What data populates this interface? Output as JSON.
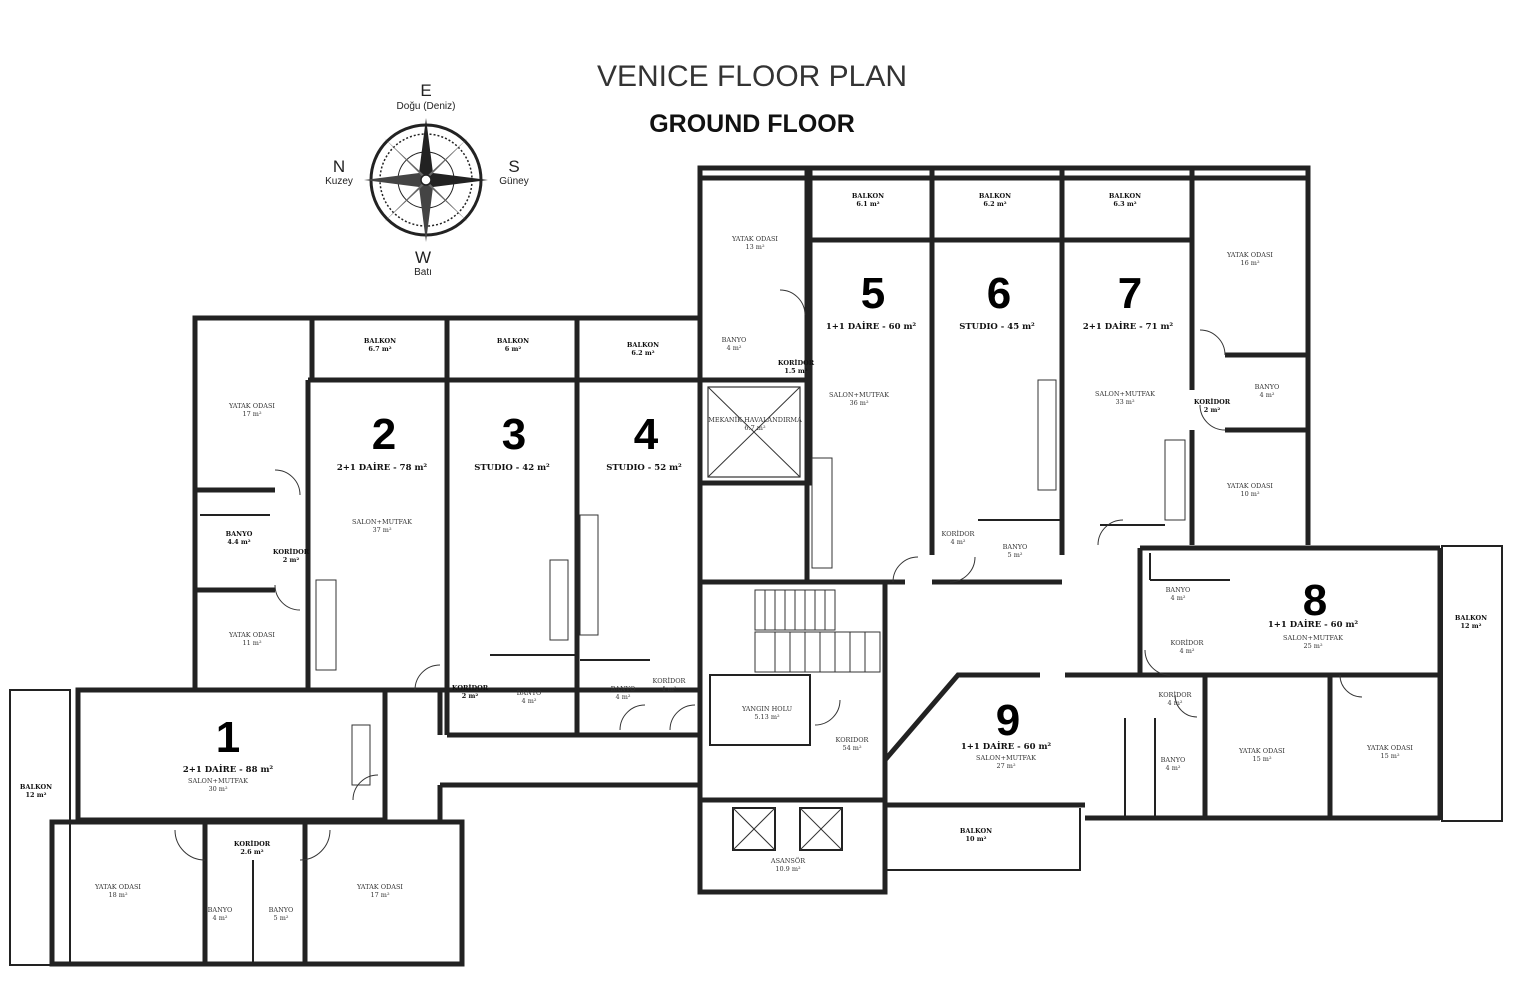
{
  "title": "VENICE FLOOR PLAN",
  "subtitle": "GROUND FLOOR",
  "compass": {
    "east": "E",
    "east_label": "Doğu (Deniz)",
    "north": "N",
    "north_label": "Kuzey",
    "south": "S",
    "south_label": "Güney",
    "west": "W",
    "west_label": "Batı"
  },
  "units": [
    {
      "number": "1",
      "type": "2+1 DAİRE - 88 m²"
    },
    {
      "number": "2",
      "type": "2+1 DAİRE - 78 m²"
    },
    {
      "number": "3",
      "type": "STUDIO - 42 m²"
    },
    {
      "number": "4",
      "type": "STUDIO - 52 m²"
    },
    {
      "number": "5",
      "type": "1+1 DAİRE - 60 m²"
    },
    {
      "number": "6",
      "type": "STUDIO - 45 m²"
    },
    {
      "number": "7",
      "type": "2+1 DAİRE - 71 m²"
    },
    {
      "number": "8",
      "type": "1+1 DAİRE - 60 m²"
    },
    {
      "number": "9",
      "type": "1+1 DAİRE - 60 m²"
    }
  ],
  "rooms": [
    {
      "name": "BALKON",
      "area": "6.7 m²",
      "bold": true
    },
    {
      "name": "BALKON",
      "area": "6 m²",
      "bold": true
    },
    {
      "name": "BALKON",
      "area": "6.2 m²",
      "bold": true
    },
    {
      "name": "BALKON",
      "area": "6.1 m²",
      "bold": true
    },
    {
      "name": "BALKON",
      "area": "6.2 m²",
      "bold": true
    },
    {
      "name": "BALKON",
      "area": "6.3 m²",
      "bold": true
    },
    {
      "name": "BALKON",
      "area": "12 m²",
      "bold": true
    },
    {
      "name": "BALKON",
      "area": "12 m²",
      "bold": true
    },
    {
      "name": "BALKON",
      "area": "10 m²",
      "bold": true
    },
    {
      "name": "YATAK ODASI",
      "area": "17 m²",
      "bold": false
    },
    {
      "name": "YATAK ODASI",
      "area": "11 m²",
      "bold": false
    },
    {
      "name": "YATAK ODASI",
      "area": "13 m²",
      "bold": false
    },
    {
      "name": "YATAK ODASI",
      "area": "16 m²",
      "bold": false
    },
    {
      "name": "YATAK ODASI",
      "area": "10 m²",
      "bold": false
    },
    {
      "name": "YATAK ODASI",
      "area": "18 m²",
      "bold": false
    },
    {
      "name": "YATAK ODASI",
      "area": "17 m²",
      "bold": false
    },
    {
      "name": "YATAK ODASI",
      "area": "15 m²",
      "bold": false
    },
    {
      "name": "YATAK ODASI",
      "area": "15 m²",
      "bold": false
    },
    {
      "name": "SALON+MUTFAK",
      "area": "37 m²",
      "bold": false
    },
    {
      "name": "SALON+MUTFAK",
      "area": "36 m²",
      "bold": false
    },
    {
      "name": "SALON+MUTFAK",
      "area": "33 m²",
      "bold": false
    },
    {
      "name": "SALON+MUTFAK",
      "area": "30 m²",
      "bold": false
    },
    {
      "name": "SALON+MUTFAK",
      "area": "25 m²",
      "bold": false
    },
    {
      "name": "SALON+MUTFAK",
      "area": "27 m²",
      "bold": false
    },
    {
      "name": "BANYO",
      "area": "4.4 m²",
      "bold": true
    },
    {
      "name": "BANYO",
      "area": "4 m²",
      "bold": false
    },
    {
      "name": "BANYO",
      "area": "4 m²",
      "bold": false
    },
    {
      "name": "BANYO",
      "area": "4 m²",
      "bold": false
    },
    {
      "name": "BANYO",
      "area": "5 m²",
      "bold": false
    },
    {
      "name": "BANYO",
      "area": "4 m²",
      "bold": false
    },
    {
      "name": "BANYO",
      "area": "4 m²",
      "bold": false
    },
    {
      "name": "BANYO",
      "area": "4 m²",
      "bold": false
    },
    {
      "name": "BANYO",
      "area": "5 m²",
      "bold": false
    },
    {
      "name": "BANYO",
      "area": "4 m²",
      "bold": false
    },
    {
      "name": "KORİDOR",
      "area": "2 m²",
      "bold": true
    },
    {
      "name": "KORİDOR",
      "area": "2 m²",
      "bold": true
    },
    {
      "name": "KORİDOR",
      "area": "4 m²",
      "bold": false
    },
    {
      "name": "KORİDOR",
      "area": "1.5 m²",
      "bold": true
    },
    {
      "name": "KORİDOR",
      "area": "4 m²",
      "bold": false
    },
    {
      "name": "KORİDOR",
      "area": "2 m²",
      "bold": true
    },
    {
      "name": "KORİDOR",
      "area": "4 m²",
      "bold": false
    },
    {
      "name": "KORİDOR",
      "area": "4 m²",
      "bold": false
    },
    {
      "name": "KORİDOR",
      "area": "2.6 m²",
      "bold": true
    },
    {
      "name": "KORIDOR",
      "area": "54 m²",
      "bold": false
    },
    {
      "name": "MEKANİK HAVALANDIRMA",
      "area": "6.7 m²",
      "bold": false
    },
    {
      "name": "YANGIN HOLU",
      "area": "5.13 m²",
      "bold": false
    },
    {
      "name": "ASANSÖR",
      "area": "10.9 m²",
      "bold": false
    }
  ]
}
